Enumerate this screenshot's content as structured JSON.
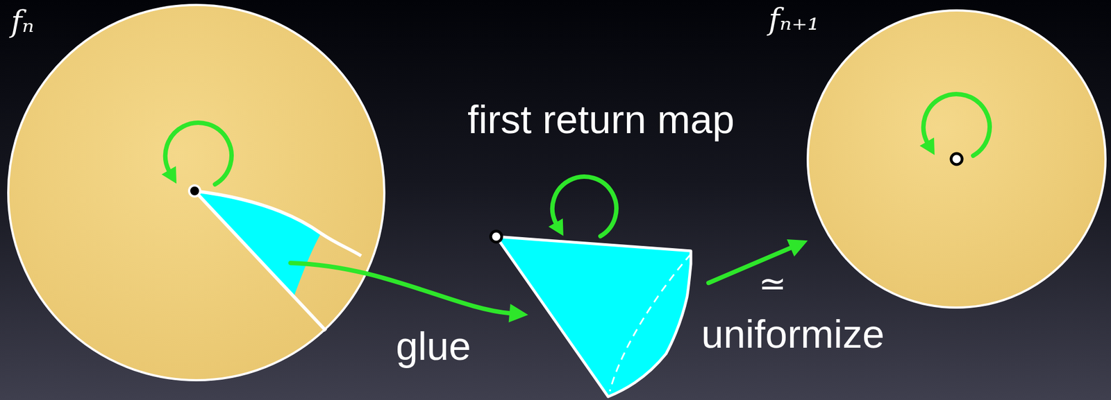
{
  "diagram": {
    "nodes": [
      {
        "text": [
          "fₙ"
        ]
      },
      {
        "text": [
          "first return map"
        ]
      },
      {
        "text": [
          "fₙ₊₁"
        ]
      }
    ],
    "edges": [
      {
        "from": 0,
        "to": 1,
        "arrow": "to",
        "label": "glue"
      },
      {
        "from": 1,
        "to": 2,
        "arrow": "to",
        "label": "≃"
      }
    ],
    "labels": [
      "uniformize"
    ]
  }
}
